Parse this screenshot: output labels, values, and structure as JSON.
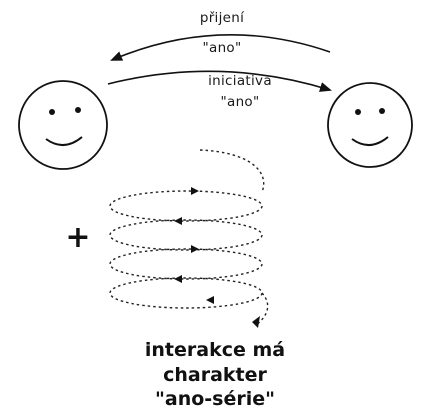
{
  "diagram": {
    "top_label_line1": "přijení",
    "top_label_line2": "\"ano\"",
    "mid_label_line1": "iniciativa",
    "mid_label_line2": "\"ano\"",
    "plus_sign": "+",
    "caption_line1": "interakce má",
    "caption_line2": "charakter",
    "caption_line3": "\"ano-série\""
  }
}
